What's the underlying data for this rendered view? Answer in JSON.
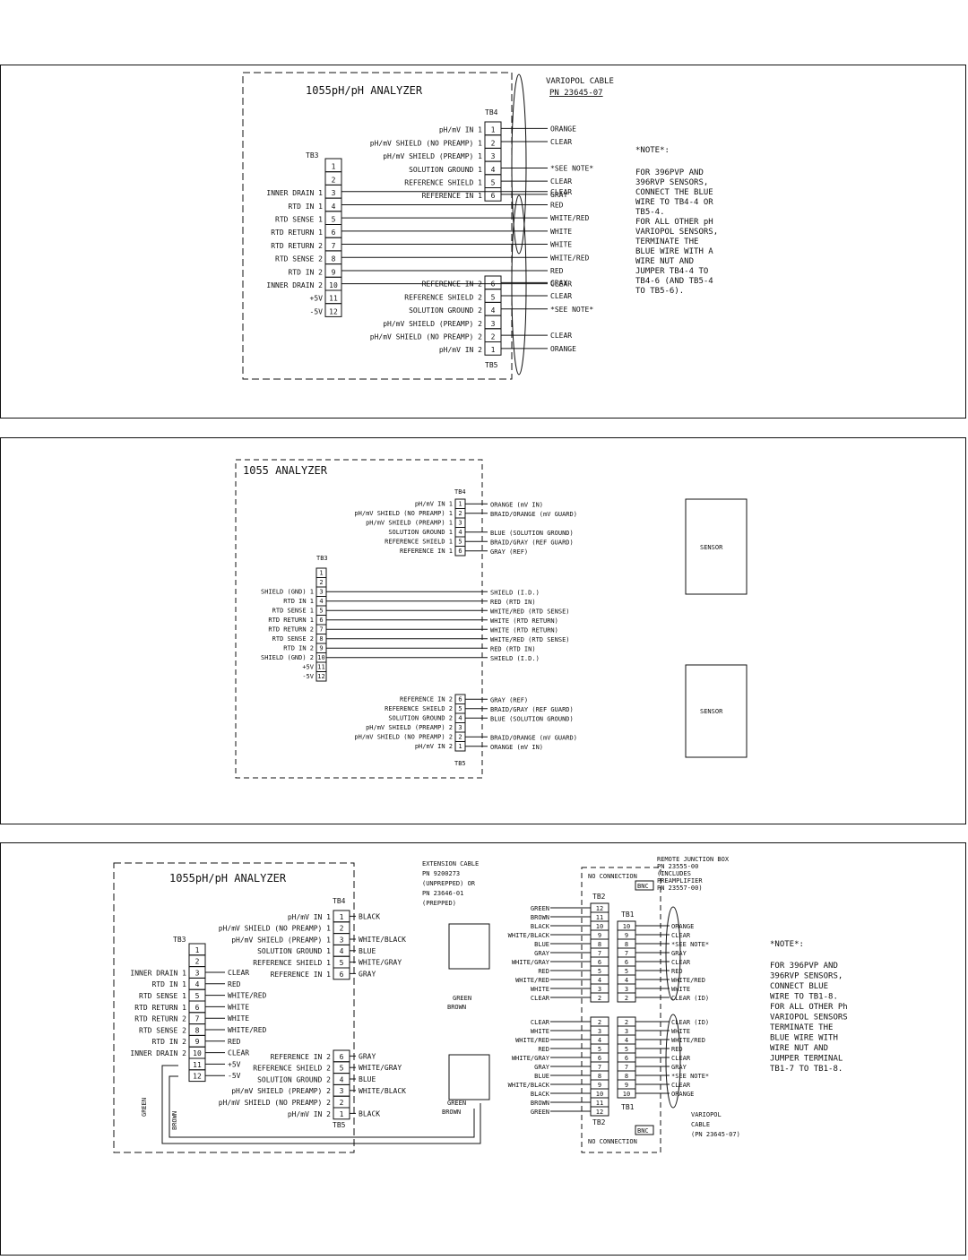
{
  "panel1": {
    "analyzer_title": "1055pH/pH ANALYZER",
    "cable_title_1": "VARIOPOL CABLE",
    "cable_title_2": "PN 23645-07",
    "tb4": "TB4",
    "tb3": "TB3",
    "tb5": "TB5",
    "tb4_rows": [
      {
        "label": "pH/mV IN 1",
        "num": "1",
        "wire": "ORANGE"
      },
      {
        "label": "pH/mV SHIELD (NO PREAMP) 1",
        "num": "2",
        "wire": "CLEAR"
      },
      {
        "label": "pH/mV SHIELD (PREAMP) 1",
        "num": "3",
        "wire": ""
      },
      {
        "label": "SOLUTION GROUND 1",
        "num": "4",
        "wire": "*SEE NOTE*"
      },
      {
        "label": "REFERENCE SHIELD 1",
        "num": "5",
        "wire": "CLEAR"
      },
      {
        "label": "REFERENCE IN 1",
        "num": "6",
        "wire": "GRAY"
      }
    ],
    "tb3_rows": [
      {
        "label": "",
        "num": "1",
        "wire": ""
      },
      {
        "label": "",
        "num": "2",
        "wire": ""
      },
      {
        "label": "INNER DRAIN 1",
        "num": "3",
        "wire": "CLEAR"
      },
      {
        "label": "RTD IN 1",
        "num": "4",
        "wire": "RED"
      },
      {
        "label": "RTD SENSE 1",
        "num": "5",
        "wire": "WHITE/RED"
      },
      {
        "label": "RTD RETURN 1",
        "num": "6",
        "wire": "WHITE"
      },
      {
        "label": "RTD RETURN 2",
        "num": "7",
        "wire": "WHITE"
      },
      {
        "label": "RTD SENSE 2",
        "num": "8",
        "wire": "WHITE/RED"
      },
      {
        "label": "RTD IN 2",
        "num": "9",
        "wire": "RED"
      },
      {
        "label": "INNER DRAIN 2",
        "num": "10",
        "wire": "CLEAR"
      },
      {
        "label": "+5V",
        "num": "11",
        "wire": ""
      },
      {
        "label": "-5V",
        "num": "12",
        "wire": ""
      }
    ],
    "tb5_rows": [
      {
        "label": "REFERENCE IN 2",
        "num": "6",
        "wire": "GRAY"
      },
      {
        "label": "REFERENCE SHIELD 2",
        "num": "5",
        "wire": "CLEAR"
      },
      {
        "label": "SOLUTION GROUND 2",
        "num": "4",
        "wire": "*SEE NOTE*"
      },
      {
        "label": "pH/mV SHIELD (PREAMP) 2",
        "num": "3",
        "wire": ""
      },
      {
        "label": "pH/mV SHIELD (NO PREAMP) 2",
        "num": "2",
        "wire": "CLEAR"
      },
      {
        "label": "pH/mV IN 2",
        "num": "1",
        "wire": "ORANGE"
      }
    ],
    "note_title": "*NOTE*:",
    "note_lines": [
      "FOR 396PVP AND",
      "396RVP SENSORS,",
      "CONNECT THE BLUE",
      "WIRE TO TB4-4 OR",
      "TB5-4.",
      "FOR  ALL OTHER pH",
      "VARIOPOL SENSORS,",
      "TERMINATE THE",
      "BLUE WIRE WITH A",
      "WIRE NUT AND",
      "JUMPER TB4-4 TO",
      "TB4-6 (AND TB5-4",
      "TO TB5-6)."
    ]
  },
  "panel2": {
    "analyzer_title": "1055 ANALYZER",
    "tb4": "TB4",
    "tb3": "TB3",
    "tb5": "TB5",
    "sensor_label": "SENSOR",
    "tb4_rows": [
      {
        "label": "pH/mV IN 1",
        "num": "1",
        "wire": "ORANGE (mV IN)"
      },
      {
        "label": "pH/mV SHIELD (NO PREAMP) 1",
        "num": "2",
        "wire": "BRAID/ORANGE (mV GUARD)"
      },
      {
        "label": "pH/mV SHIELD (PREAMP) 1",
        "num": "3",
        "wire": ""
      },
      {
        "label": "SOLUTION GROUND 1",
        "num": "4",
        "wire": "BLUE (SOLUTION GROUND)"
      },
      {
        "label": "REFERENCE SHIELD 1",
        "num": "5",
        "wire": "BRAID/GRAY (REF GUARD)"
      },
      {
        "label": "REFERENCE IN 1",
        "num": "6",
        "wire": "GRAY (REF)"
      }
    ],
    "tb3_rows": [
      {
        "label": "",
        "num": "1",
        "wire": ""
      },
      {
        "label": "",
        "num": "2",
        "wire": ""
      },
      {
        "label": "SHIELD (GND) 1",
        "num": "3",
        "wire": "SHIELD (I.D.)"
      },
      {
        "label": "RTD IN 1",
        "num": "4",
        "wire": "RED (RTD IN)"
      },
      {
        "label": "RTD SENSE 1",
        "num": "5",
        "wire": "WHITE/RED (RTD SENSE)"
      },
      {
        "label": "RTD RETURN 1",
        "num": "6",
        "wire": "WHITE (RTD RETURN)"
      },
      {
        "label": "RTD RETURN 2",
        "num": "7",
        "wire": "WHITE (RTD RETURN)"
      },
      {
        "label": "RTD SENSE 2",
        "num": "8",
        "wire": "WHITE/RED (RTD SENSE)"
      },
      {
        "label": "RTD IN 2",
        "num": "9",
        "wire": "RED (RTD IN)"
      },
      {
        "label": "SHIELD (GND) 2",
        "num": "10",
        "wire": "SHIELD (I.D.)"
      },
      {
        "label": "+5V",
        "num": "11",
        "wire": ""
      },
      {
        "label": "-5V",
        "num": "12",
        "wire": ""
      }
    ],
    "tb5_rows": [
      {
        "label": "REFERENCE IN 2",
        "num": "6",
        "wire": "GRAY (REF)"
      },
      {
        "label": "REFERENCE SHIELD 2",
        "num": "5",
        "wire": "BRAID/GRAY (REF GUARD)"
      },
      {
        "label": "SOLUTION GROUND 2",
        "num": "4",
        "wire": "BLUE (SOLUTION GROUND)"
      },
      {
        "label": "pH/mV SHIELD (PREAMP) 2",
        "num": "3",
        "wire": ""
      },
      {
        "label": "pH/mV SHIELD (NO PREAMP) 2",
        "num": "2",
        "wire": "BRAID/ORANGE (mV GUARD)"
      },
      {
        "label": "pH/mV IN 2",
        "num": "1",
        "wire": "ORANGE (mV IN)"
      }
    ]
  },
  "panel3": {
    "analyzer_title": "1055pH/pH ANALYZER",
    "ext_cable": [
      "EXTENSION CABLE",
      "PN 9200273",
      "(UNPREPPED) OR",
      "PN 23646-01",
      "(PREPPED)"
    ],
    "junction_box": [
      "REMOTE JUNCTION BOX",
      "PN 23555-00",
      "(INCLUDES",
      "PREAMPLIFIER",
      "PN 23557-00)"
    ],
    "no_connection": "NO CONNECTION",
    "bnc": "BNC",
    "tb4": "TB4",
    "tb3": "TB3",
    "tb5": "TB5",
    "tb2": "TB2",
    "tb1": "TB1",
    "tb4_rows": [
      {
        "label": "pH/mV IN 1",
        "num": "1",
        "wire": "BLACK"
      },
      {
        "label": "pH/mV SHIELD (NO PREAMP) 1",
        "num": "2",
        "wire": ""
      },
      {
        "label": "pH/mV SHIELD (PREAMP) 1",
        "num": "3",
        "wire": "WHITE/BLACK"
      },
      {
        "label": "SOLUTION GROUND 1",
        "num": "4",
        "wire": "BLUE"
      },
      {
        "label": "REFERENCE SHIELD 1",
        "num": "5",
        "wire": "WHITE/GRAY"
      },
      {
        "label": "REFERENCE IN 1",
        "num": "6",
        "wire": "GRAY"
      }
    ],
    "tb3_rows": [
      {
        "label": "",
        "num": "1",
        "wire": ""
      },
      {
        "label": "",
        "num": "2",
        "wire": ""
      },
      {
        "label": "INNER DRAIN 1",
        "num": "3",
        "wire": "CLEAR"
      },
      {
        "label": "RTD IN 1",
        "num": "4",
        "wire": "RED"
      },
      {
        "label": "RTD SENSE 1",
        "num": "5",
        "wire": "WHITE/RED"
      },
      {
        "label": "RTD RETURN 1",
        "num": "6",
        "wire": "WHITE"
      },
      {
        "label": "RTD RETURN 2",
        "num": "7",
        "wire": "WHITE"
      },
      {
        "label": "RTD SENSE 2",
        "num": "8",
        "wire": "WHITE/RED"
      },
      {
        "label": "RTD IN 2",
        "num": "9",
        "wire": "RED"
      },
      {
        "label": "INNER DRAIN 2",
        "num": "10",
        "wire": "CLEAR"
      },
      {
        "label": "",
        "num": "11",
        "wire": "+5V"
      },
      {
        "label": "",
        "num": "12",
        "wire": "-5V"
      }
    ],
    "tb5_rows": [
      {
        "label": "REFERENCE IN 2",
        "num": "6",
        "wire": "GRAY"
      },
      {
        "label": "REFERENCE SHIELD 2",
        "num": "5",
        "wire": "WHITE/GRAY"
      },
      {
        "label": "SOLUTION GROUND 2",
        "num": "4",
        "wire": "BLUE"
      },
      {
        "label": "pH/mV SHIELD (PREAMP) 2",
        "num": "3",
        "wire": "WHITE/BLACK"
      },
      {
        "label": "pH/mV SHIELD (NO PREAMP) 2",
        "num": "2",
        "wire": ""
      },
      {
        "label": "pH/mV IN 2",
        "num": "1",
        "wire": "BLACK"
      }
    ],
    "green": "GREEN",
    "brown": "BROWN",
    "tb2_upper": [
      {
        "wire": "GREEN",
        "num": "12"
      },
      {
        "wire": "BROWN",
        "num": "11"
      },
      {
        "wire": "BLACK",
        "num": "10"
      },
      {
        "wire": "WHITE/BLACK",
        "num": "9"
      },
      {
        "wire": "BLUE",
        "num": "8"
      },
      {
        "wire": "GRAY",
        "num": "7"
      },
      {
        "wire": "WHITE/GRAY",
        "num": "6"
      },
      {
        "wire": "RED",
        "num": "5"
      },
      {
        "wire": "WHITE/RED",
        "num": "4"
      },
      {
        "wire": "WHITE",
        "num": "3"
      },
      {
        "wire": "CLEAR",
        "num": "2"
      }
    ],
    "tb1_upper": [
      {
        "num": "10",
        "wire": "ORANGE"
      },
      {
        "num": "9",
        "wire": "CLEAR"
      },
      {
        "num": "8",
        "wire": "*SEE NOTE*"
      },
      {
        "num": "7",
        "wire": "GRAY"
      },
      {
        "num": "6",
        "wire": "CLEAR"
      },
      {
        "num": "5",
        "wire": "RED"
      },
      {
        "num": "4",
        "wire": "WHITE/RED"
      },
      {
        "num": "3",
        "wire": "WHITE"
      },
      {
        "num": "2",
        "wire": "CLEAR (ID)"
      }
    ],
    "tb2_lower": [
      {
        "wire": "CLEAR",
        "num": "2"
      },
      {
        "wire": "WHITE",
        "num": "3"
      },
      {
        "wire": "WHITE/RED",
        "num": "4"
      },
      {
        "wire": "RED",
        "num": "5"
      },
      {
        "wire": "WHITE/GRAY",
        "num": "6"
      },
      {
        "wire": "GRAY",
        "num": "7"
      },
      {
        "wire": "BLUE",
        "num": "8"
      },
      {
        "wire": "WHITE/BLACK",
        "num": "9"
      },
      {
        "wire": "BLACK",
        "num": "10"
      },
      {
        "wire": "BROWN",
        "num": "11"
      },
      {
        "wire": "GREEN",
        "num": "12"
      }
    ],
    "tb1_lower": [
      {
        "num": "2",
        "wire": "CLEAR (ID)"
      },
      {
        "num": "3",
        "wire": "WHITE"
      },
      {
        "num": "4",
        "wire": "WHITE/RED"
      },
      {
        "num": "5",
        "wire": "RED"
      },
      {
        "num": "6",
        "wire": "CLEAR"
      },
      {
        "num": "7",
        "wire": "GRAY"
      },
      {
        "num": "8",
        "wire": "*SEE NOTE*"
      },
      {
        "num": "9",
        "wire": "CLEAR"
      },
      {
        "num": "10",
        "wire": "ORANGE"
      }
    ],
    "variopol": [
      "VARIOPOL",
      "CABLE",
      "(PN 23645-07)"
    ],
    "note_title": "*NOTE*:",
    "note_lines": [
      "FOR 396PVP AND",
      "396RVP SENSORS,",
      "CONNECT BLUE",
      "WIRE TO TB1-8.",
      "FOR ALL OTHER Ph",
      "VARIOPOL SENSORS",
      "TERMINATE THE",
      "BLUE WIRE WITH",
      "WIRE NUT AND",
      "JUMPER TERMINAL",
      "TB1-7 TO TB1-8."
    ]
  }
}
